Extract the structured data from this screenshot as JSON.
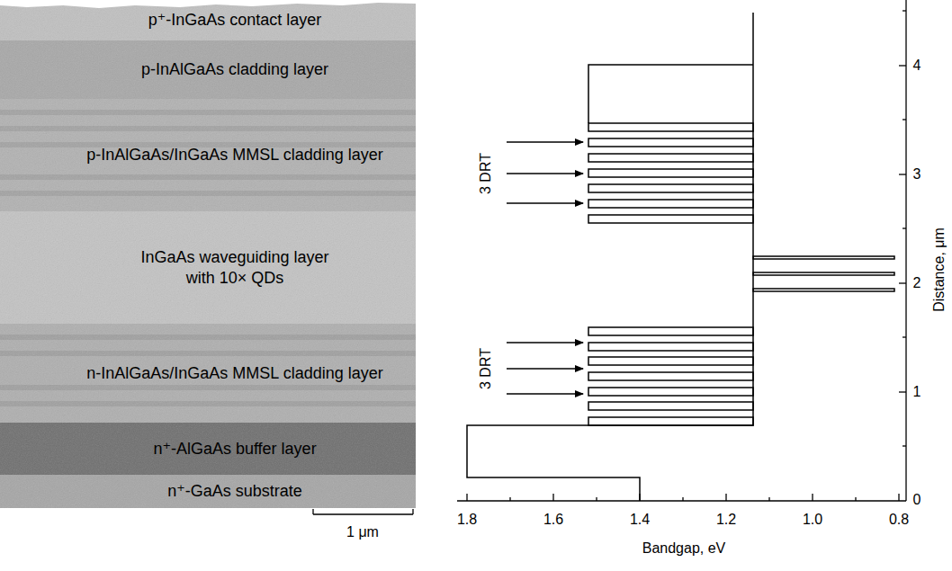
{
  "diagram": {
    "nodes": [
      {
        "text": [
          "p⁺-InGaAs contact layer"
        ]
      },
      {
        "text": [
          "p-InAlGaAs cladding layer"
        ]
      },
      {
        "text": [
          "p-InAlGaAs/InGaAs MMSL cladding layer"
        ]
      },
      {
        "text": [
          "InGaAs waveguiding layer with 10× QDs"
        ]
      },
      {
        "text": [
          "n-InAlGaAs/InGaAs MMSL cladding layer"
        ]
      },
      {
        "text": [
          "n⁺-AlGaAs buffer layer"
        ]
      },
      {
        "text": [
          "n⁺-GaAs substrate"
        ]
      }
    ],
    "labels": [
      "1 μm",
      "3 DRT",
      "3 DRT",
      "1.8",
      "1.6",
      "1.4",
      "1.2",
      "1.0",
      "0.8",
      "Bandgap, eV",
      "0",
      "1",
      "2",
      "3",
      "4",
      "Distance, μm"
    ]
  }
}
